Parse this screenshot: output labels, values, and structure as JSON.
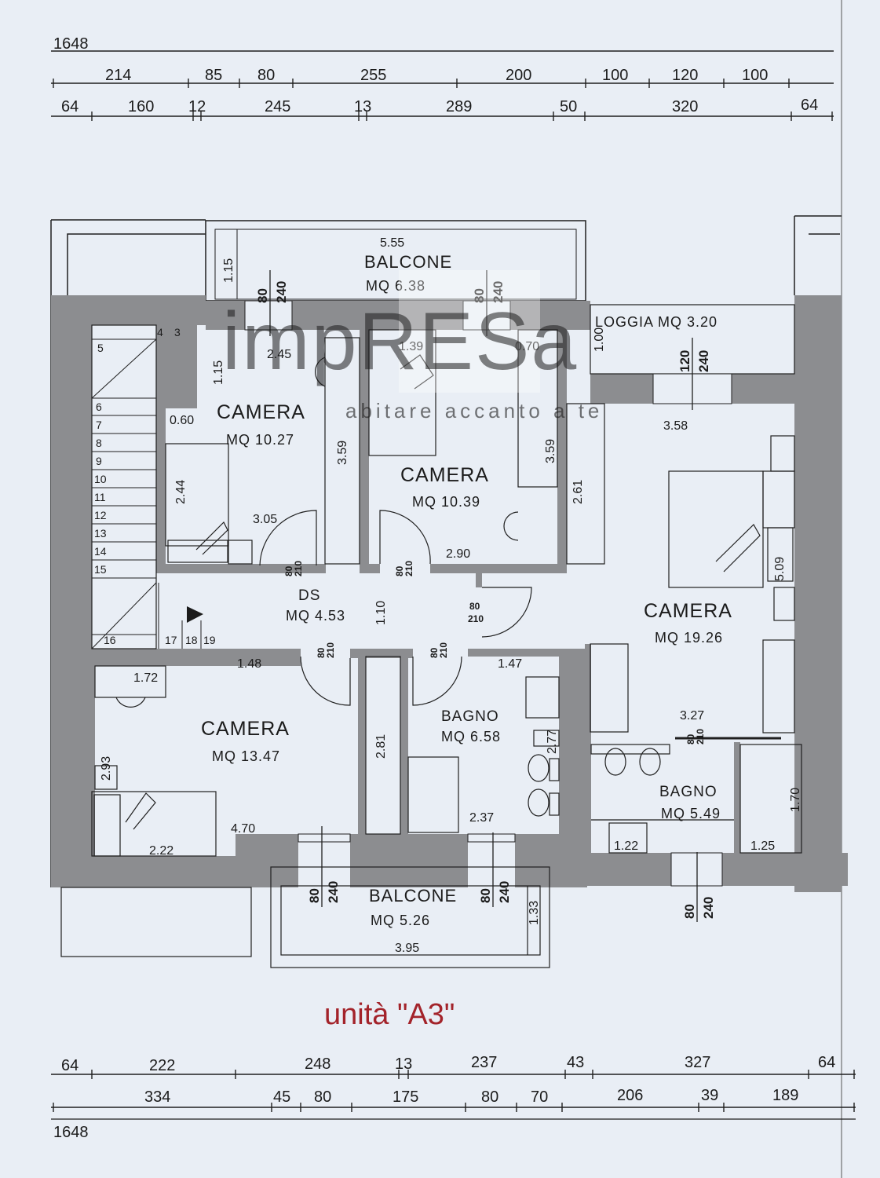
{
  "unit_label": "unità \"A3\"",
  "watermark": {
    "brand": "impRESa",
    "tagline": "abitare accanto a te"
  },
  "top_dims": {
    "total": "1648",
    "row1": [
      "214",
      "85",
      "80",
      "255",
      "200",
      "100",
      "120",
      "100"
    ],
    "row2": [
      "64",
      "160",
      "12",
      "245",
      "13",
      "289",
      "50",
      "320",
      "64"
    ]
  },
  "bottom_dims": {
    "row1": [
      "64",
      "222",
      "248",
      "13",
      "237",
      "43",
      "327",
      "64"
    ],
    "row2": [
      "334",
      "45",
      "80",
      "175",
      "80",
      "70",
      "206",
      "39",
      "189"
    ],
    "total": "1648"
  },
  "rooms": {
    "balcone_top": {
      "name": "BALCONE",
      "area": "MQ  6.38"
    },
    "loggia": {
      "label": "LOGGIA  MQ  3.20"
    },
    "camera_1": {
      "name": "CAMERA",
      "area": "MQ  10.27"
    },
    "camera_2": {
      "name": "CAMERA",
      "area": "MQ  10.39"
    },
    "camera_master": {
      "name": "CAMERA",
      "area": "MQ  19.26"
    },
    "ds": {
      "name": "DS",
      "area": "MQ  4.53"
    },
    "camera_3": {
      "name": "CAMERA",
      "area": "MQ  13.47"
    },
    "bagno_1": {
      "name": "BAGNO",
      "area": "MQ  6.58"
    },
    "bagno_2": {
      "name": "BAGNO",
      "area": "MQ  5.49"
    },
    "balcone_bottom": {
      "name": "BALCONE",
      "area": "MQ  5.26"
    }
  },
  "measurements": {
    "balcone_top_width": "5.55",
    "balcone_top_depth": "1.15",
    "camera_1_top": "2.45",
    "camera_1_left_top": "1.15",
    "camera_1_left": "0.60",
    "camera_1_depth": "3.59",
    "camera_1_bed": "2.44",
    "camera_1_width": "3.05",
    "camera_2_a": "1.39",
    "camera_2_b": "0.70",
    "camera_2_depth": "3.59",
    "camera_2_width": "2.90",
    "loggia_depth": "1.00",
    "master_width": "3.58",
    "master_side": "2.61",
    "master_right": "5.09",
    "master_bottom": "3.27",
    "ds_depth": "1.10",
    "camera_3_top": "1.48",
    "camera_3_wardrobe": "1.72",
    "camera_3_side": "2.93",
    "camera_3_width": "4.70",
    "camera_3_bed": "2.22",
    "camera_3_right": "2.81",
    "bagno_1_top": "1.47",
    "bagno_1_side": "2.77",
    "bagno_1_width": "2.37",
    "bagno_2_a": "1.22",
    "bagno_2_b": "1.25",
    "bagno_2_side": "1.70",
    "balcone_bottom_width": "3.95",
    "balcone_bottom_depth": "1.33"
  },
  "openings": {
    "window": {
      "w": "80",
      "h": "240"
    },
    "window_loggia": {
      "w": "120",
      "h": "240"
    },
    "door": {
      "w": "80",
      "h": "210"
    }
  },
  "stair_steps": [
    "3",
    "4",
    "5",
    "6",
    "7",
    "8",
    "9",
    "10",
    "11",
    "12",
    "13",
    "14",
    "15",
    "16",
    "17",
    "18",
    "19"
  ]
}
